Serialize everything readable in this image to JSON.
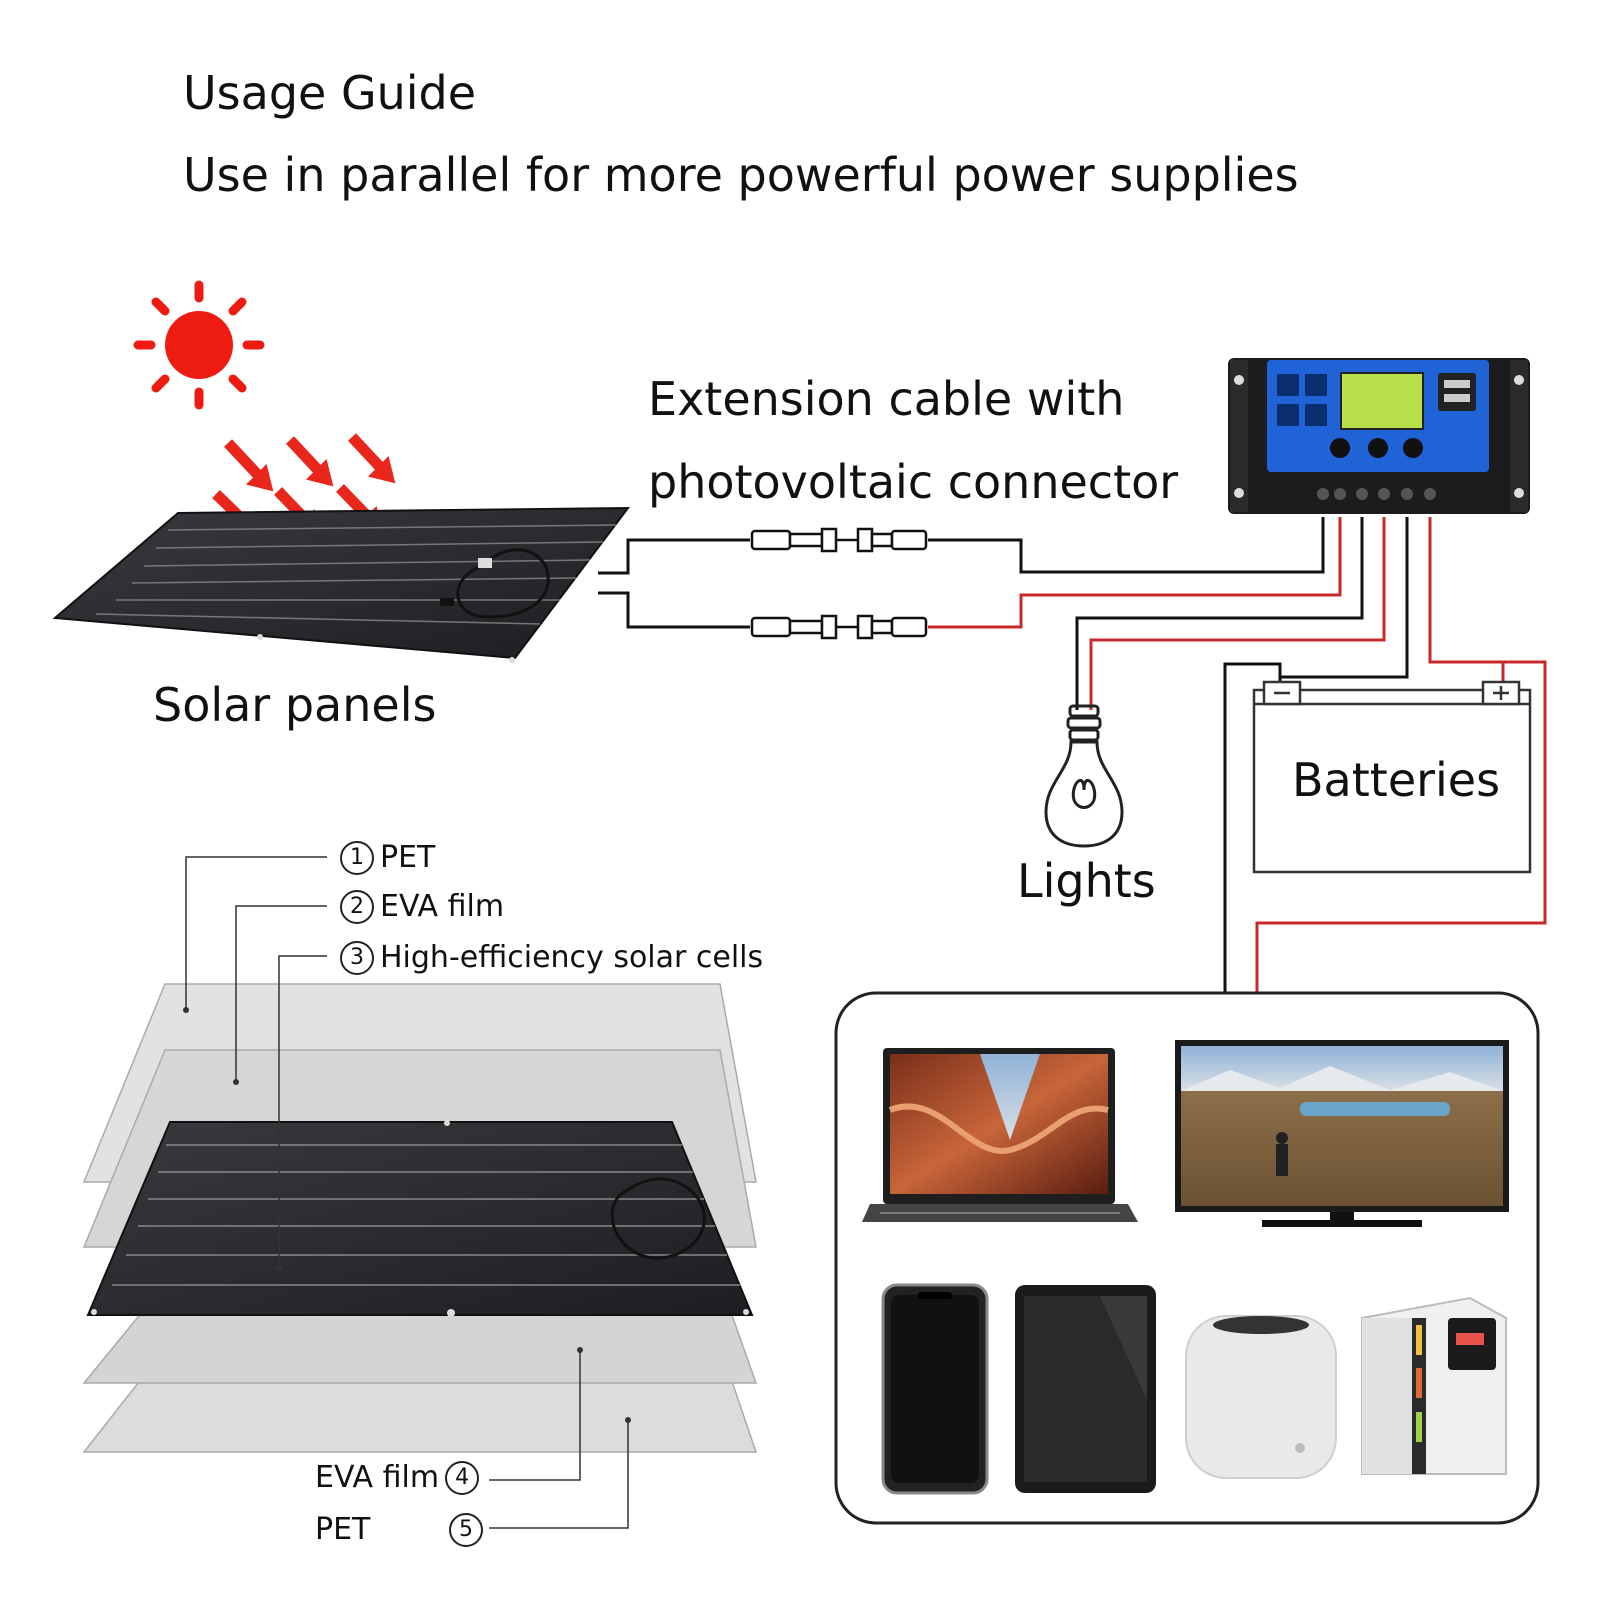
{
  "header": {
    "title": "Usage Guide",
    "subtitle": "Use in parallel for more powerful power supplies"
  },
  "labels": {
    "cable_line1": "Extension cable with",
    "cable_line2": "photovoltaic connector",
    "solar_panels": "Solar panels",
    "lights": "Lights",
    "batteries": "Batteries"
  },
  "layers": [
    {
      "num": "1",
      "name": "PET"
    },
    {
      "num": "2",
      "name": "EVA film"
    },
    {
      "num": "3",
      "name": "High-efficiency solar cells"
    },
    {
      "num": "4",
      "name": "EVA film"
    },
    {
      "num": "5",
      "name": "PET"
    }
  ],
  "colors": {
    "sun": "#ee1b10",
    "arrow": "#e8261c",
    "wire_black": "#111111",
    "wire_red": "#c8292a",
    "controller_blue": "#1f63d6",
    "controller_body": "#1c1c1e",
    "lcd": "#b8e04a",
    "panel": "#2a2a2e",
    "layer_sheet": "#dcdcdc"
  },
  "icons": {
    "sun": "sun-icon",
    "controller": "solar-charge-controller-icon",
    "bulb": "light-bulb-icon",
    "battery": "battery-icon",
    "laptop": "laptop-icon",
    "tv": "tv-icon",
    "phone": "phone-icon",
    "tablet": "tablet-icon",
    "speaker": "speaker-icon",
    "fridge": "mini-fridge-icon"
  }
}
